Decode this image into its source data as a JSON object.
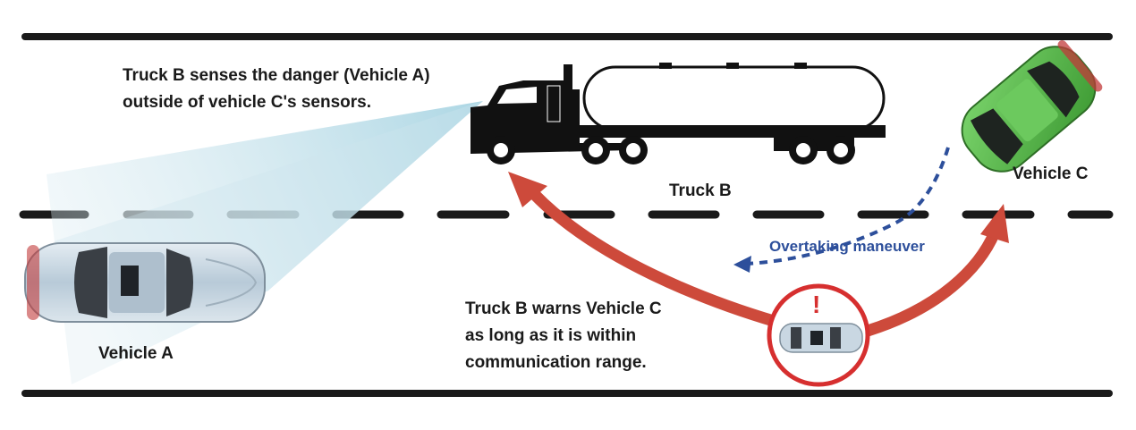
{
  "labels": {
    "sensing_text_line1": "Truck B senses the danger (Vehicle A)",
    "sensing_text_line2": "outside of vehicle C's sensors.",
    "truck_label": "Truck B",
    "vehicle_c_label": "Vehicle C",
    "vehicle_a_label": "Vehicle A",
    "maneuver_label": "Overtaking maneuver",
    "warning_text_line1": "Truck B warns Vehicle C",
    "warning_text_line2": "as long as it is within",
    "warning_text_line3": "communication range.",
    "alert_mark": "!"
  },
  "colors": {
    "road_edge": "#1a1a1a",
    "lane_dash": "#1a1a1a",
    "lane_dash_faded": "#6a6a6a",
    "sensor_beam": "#b9dde8",
    "warning_arrow": "#cd4a3b",
    "maneuver_arrow": "#2d4f9b",
    "alert_circle": "#d62f2f",
    "vehicle_a_body": "#c9d7e2",
    "vehicle_c_body": "#5cc34f",
    "truck_body": "#111111",
    "tanker": "#ffffff"
  }
}
